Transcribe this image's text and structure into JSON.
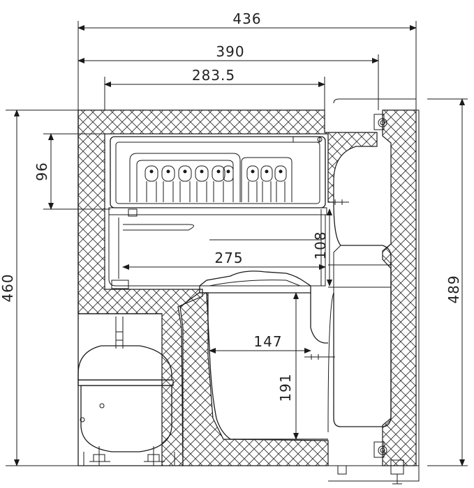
{
  "dimensions": {
    "overall_width": "436",
    "cabinet_width": "390",
    "freezer_width": "283.5",
    "freezer_inner_width": "275",
    "freezer_height": "96",
    "shelf_gap": "108",
    "crisper_width": "147",
    "crisper_height": "191",
    "cabinet_height": "460",
    "overall_height": "489"
  },
  "colors": {
    "line": "#1a1a1a",
    "background": "#ffffff"
  }
}
